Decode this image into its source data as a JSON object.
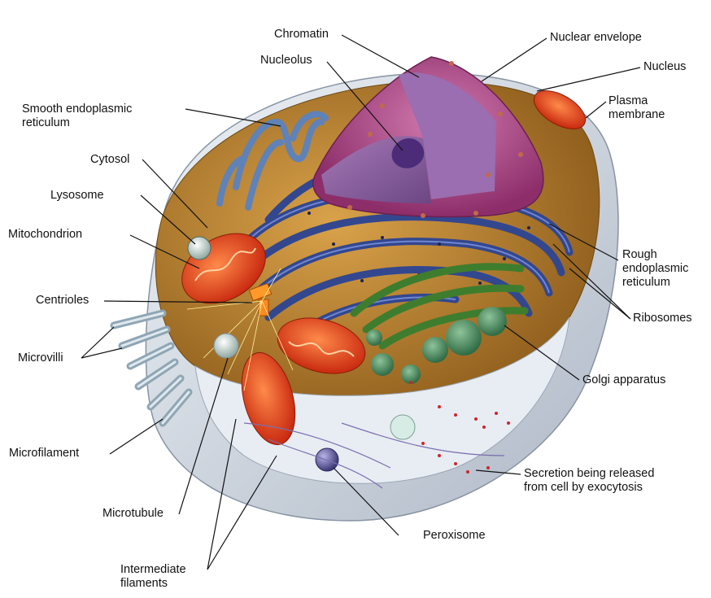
{
  "labels": {
    "chromatin": "Chromatin",
    "nuclear_envelope": "Nuclear envelope",
    "nucleolus": "Nucleolus",
    "nucleus": "Nucleus",
    "smooth_er": "Smooth endoplasmic\nreticulum",
    "plasma_membrane": "Plasma\nmembrane",
    "cytosol": "Cytosol",
    "lysosome": "Lysosome",
    "mitochondrion": "Mitochondrion",
    "rough_er": "Rough\nendoplasmic\nreticulum",
    "centrioles": "Centrioles",
    "ribosomes": "Ribosomes",
    "microvilli": "Microvilli",
    "golgi": "Golgi apparatus",
    "microfilament": "Microfilament",
    "secretion": "Secretion being released\nfrom cell by exocytosis",
    "microtubule": "Microtubule",
    "peroxisome": "Peroxisome",
    "intermediate_filaments": "Intermediate\nfilaments"
  },
  "colors": {
    "cytoplasm": "#b8802a",
    "membrane_shell": "#d6dde6",
    "nucleus": "#b0508e",
    "chromatin_face": "#8a5c9c",
    "rough_er": "#3a4d98",
    "smooth_er": "#5f82b8",
    "mitochondrion": "#e0401c",
    "golgi": "#3e7d2e",
    "vesicle": "#4f8f6a",
    "leader_line": "#111111"
  }
}
